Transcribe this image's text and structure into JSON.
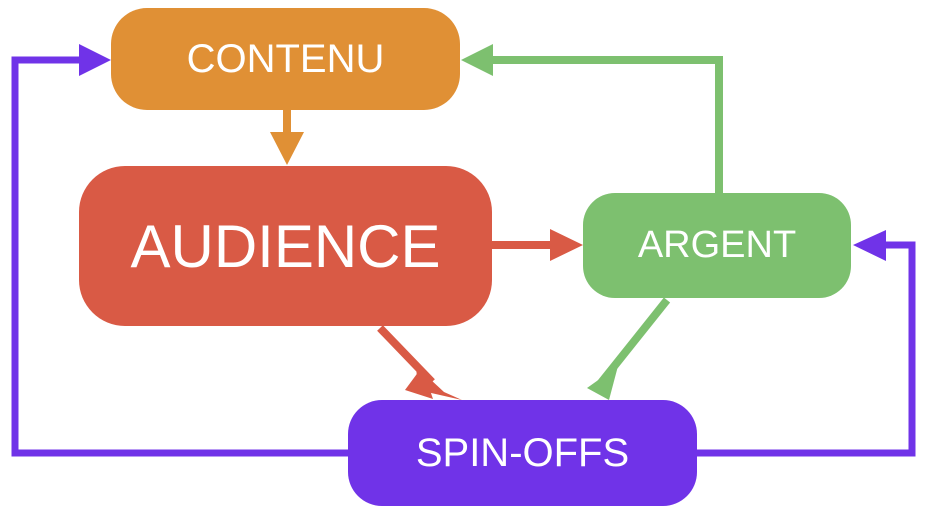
{
  "colors": {
    "contenu": "#e09035",
    "audience": "#d95a45",
    "argent": "#7dc06f",
    "spinoffs": "#7033e8",
    "text": "#ffffff"
  },
  "nodes": {
    "contenu": {
      "label": "CONTENU"
    },
    "audience": {
      "label": "AUDIENCE"
    },
    "argent": {
      "label": "ARGENT"
    },
    "spinoffs": {
      "label": "SPIN-OFFS"
    }
  },
  "edges": [
    {
      "from": "CONTENU",
      "to": "AUDIENCE",
      "color": "contenu"
    },
    {
      "from": "AUDIENCE",
      "to": "ARGENT",
      "color": "audience"
    },
    {
      "from": "AUDIENCE",
      "to": "SPIN-OFFS",
      "color": "audience"
    },
    {
      "from": "ARGENT",
      "to": "CONTENU",
      "color": "argent"
    },
    {
      "from": "ARGENT",
      "to": "SPIN-OFFS",
      "color": "argent"
    },
    {
      "from": "SPIN-OFFS",
      "to": "CONTENU",
      "color": "spinoffs"
    },
    {
      "from": "SPIN-OFFS",
      "to": "ARGENT",
      "color": "spinoffs"
    }
  ]
}
